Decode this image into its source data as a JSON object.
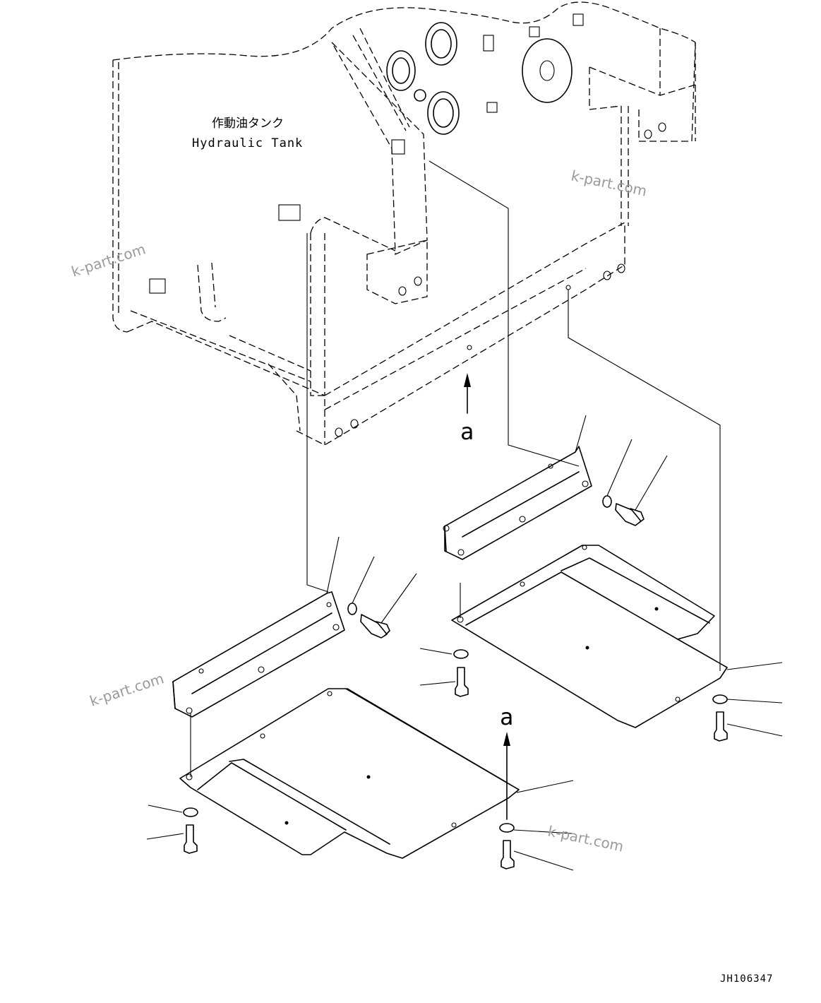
{
  "tank_label": {
    "japanese": "作動油タンク",
    "english": "Hydraulic Tank"
  },
  "view_markers": [
    "a",
    "a"
  ],
  "watermark": "k-part.com",
  "drawing_number": "JH106347",
  "colors": {
    "line": "#000000",
    "watermark": "#9a9a9a",
    "background": "#ffffff"
  }
}
